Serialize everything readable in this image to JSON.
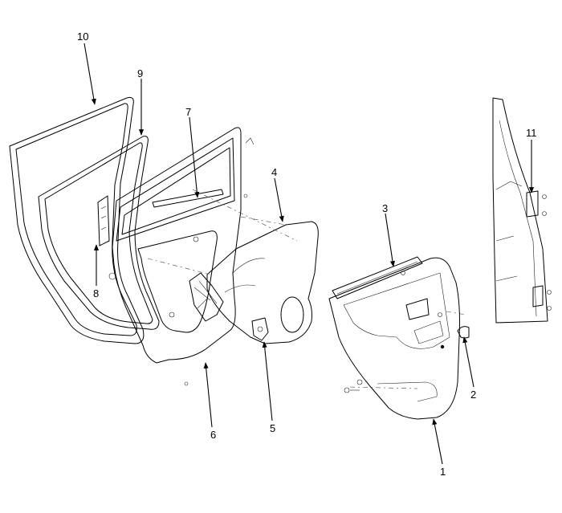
{
  "callouts": [
    {
      "id": "c1",
      "text": "1"
    },
    {
      "id": "c2",
      "text": "2"
    },
    {
      "id": "c3",
      "text": "3"
    },
    {
      "id": "c4",
      "text": "4"
    },
    {
      "id": "c5",
      "text": "5"
    },
    {
      "id": "c6",
      "text": "6"
    },
    {
      "id": "c7",
      "text": "7"
    },
    {
      "id": "c8",
      "text": "8"
    },
    {
      "id": "c9",
      "text": "9"
    },
    {
      "id": "c10",
      "text": "10"
    },
    {
      "id": "c11",
      "text": "11"
    }
  ],
  "colors": {
    "line": "#000000",
    "background": "#ffffff"
  }
}
